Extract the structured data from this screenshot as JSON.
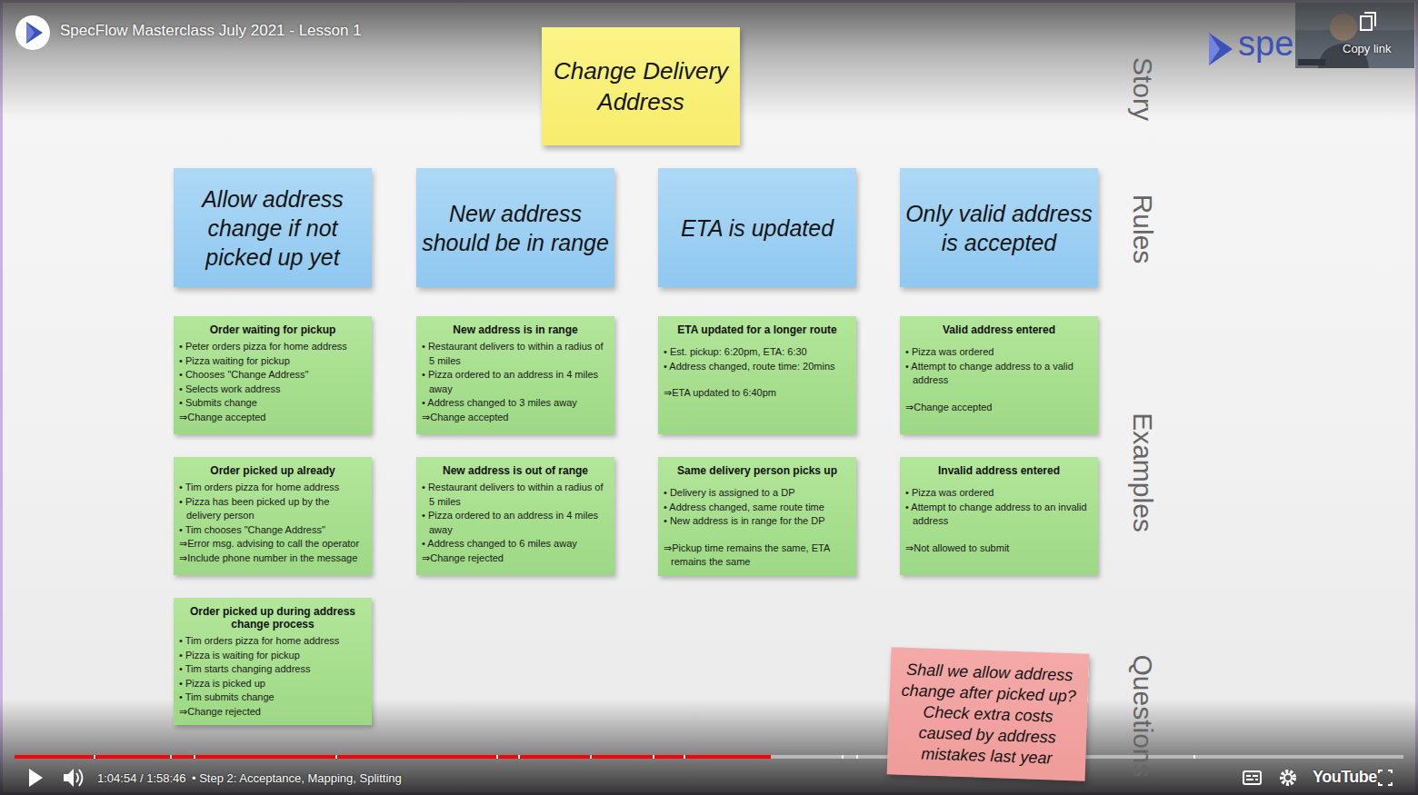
{
  "diagram": {
    "nodes": [
      {
        "text": [
          "Change Delivery Address"
        ]
      },
      {
        "text": [
          "Allow address change if not picked up yet"
        ]
      },
      {
        "text": [
          "New address should be in range"
        ]
      },
      {
        "text": [
          "ETA is updated"
        ]
      },
      {
        "text": [
          "Only valid address is accepted"
        ]
      },
      {
        "text": [
          "Order waiting for pickup",
          "• Peter orders pizza for home address",
          "• Pizza waiting for pickup",
          "• Chooses \"Change Address\"",
          "• Selects work address",
          "• Submits change",
          "⇒Change accepted"
        ]
      },
      {
        "text": [
          "New address is in range",
          "• Restaurant delivers to within a radius of 5 miles",
          "• Pizza ordered to an address in 4 miles away",
          "• Address changed to 3 miles away",
          "⇒Change accepted"
        ]
      },
      {
        "text": [
          "ETA updated for a longer route",
          "• Est. pickup: 6:20pm, ETA: 6:30",
          "• Address changed, route time: 20mins",
          "⇒ETA updated to 6:40pm"
        ]
      },
      {
        "text": [
          "Valid address entered",
          "• Pizza was ordered",
          "• Attempt to change address to a valid address",
          "⇒Change accepted"
        ]
      },
      {
        "text": [
          "Order picked up already",
          "• Tim orders pizza for home address",
          "• Pizza has been picked up by the delivery person",
          "• Tim chooses \"Change Address\"",
          "⇒Error msg. advising to call the operator",
          "⇒Include phone number in the message"
        ]
      },
      {
        "text": [
          "New address is out of range",
          "• Restaurant delivers to within a radius of 5 miles",
          "• Pizza ordered to an address in 4 miles away",
          "• Address changed to 6 miles away",
          "⇒Change rejected"
        ]
      },
      {
        "text": [
          "Same delivery person picks up",
          "• Delivery is assigned to a DP",
          "• Address changed, same route time",
          "• New address is in range for the DP",
          "⇒Pickup time remains the same, ETA remains the same"
        ]
      },
      {
        "text": [
          "Invalid address entered",
          "• Pizza was ordered",
          "• Attempt to change address to an invalid address",
          "⇒Not allowed to submit"
        ]
      },
      {
        "text": [
          "Order picked up during address change process",
          "• Tim orders pizza for home address",
          "• Pizza is waiting for pickup",
          "• Tim starts changing address",
          "• Pizza is picked up",
          "• Tim submits change",
          "⇒Change rejected"
        ]
      },
      {
        "text": [
          "Shall we allow address change after picked up? Check extra costs caused by address mistakes last year"
        ]
      }
    ],
    "labels": [
      "SpecFlow Masterclass July 2021 - Lesson 1",
      "spe",
      "Copy link",
      "Story",
      "Rules",
      "Examples",
      "Questions",
      "1:04:54 / 1:58:46",
      "• Step 2: Acceptance, Mapping, Splitting",
      "YouTube"
    ]
  }
}
